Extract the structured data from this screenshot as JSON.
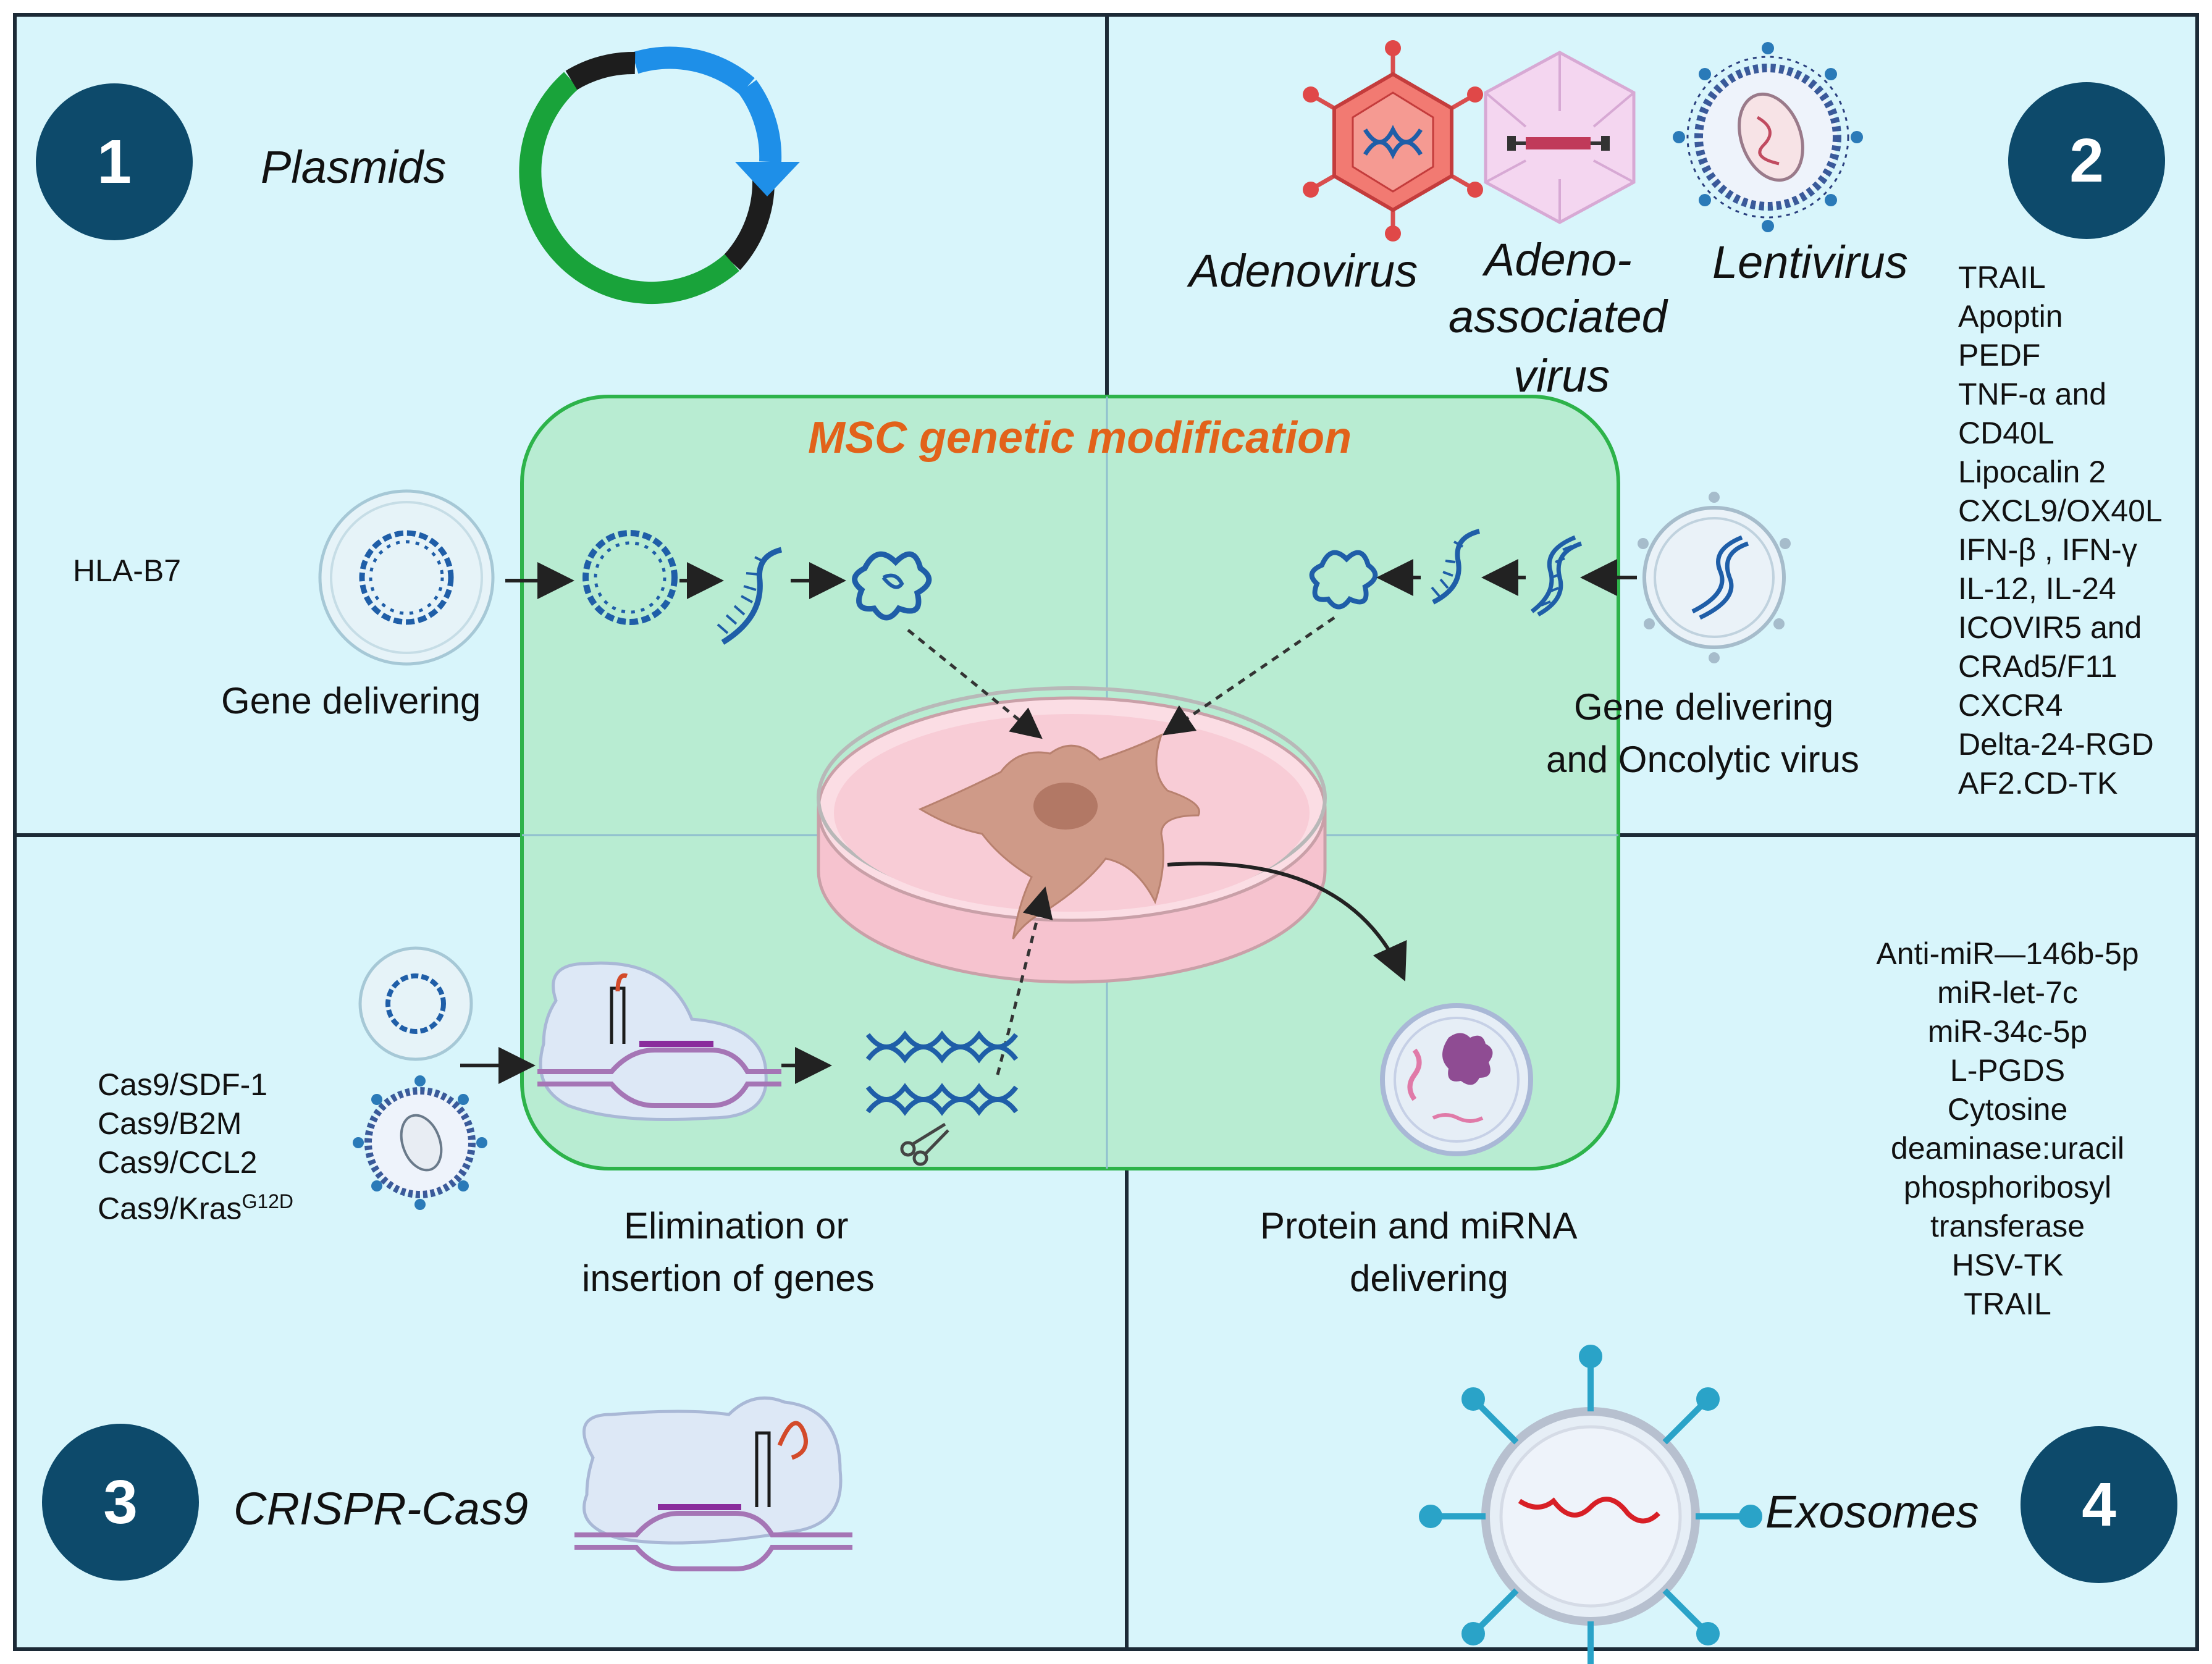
{
  "center_title": "MSC genetic modification",
  "quadrants": {
    "q1": {
      "number": "1",
      "title": "Plasmids",
      "process_label": "Gene delivering",
      "genes": [
        "HLA-B7"
      ]
    },
    "q2": {
      "number": "2",
      "vectors": {
        "adenovirus": "Adenovirus",
        "aav_line1": "Adeno-",
        "aav_line2": "associated",
        "aav_line3": "virus",
        "lentivirus": "Lentivirus"
      },
      "process_line1": "Gene delivering",
      "process_line2": "and Oncolytic virus",
      "genes": [
        "TRAIL",
        "Apoptin",
        "PEDF",
        "TNF-α and",
        "CD40L",
        "Lipocalin 2",
        "CXCL9/OX40L",
        "IFN-β , IFN-γ",
        "IL-12, IL-24",
        "ICOVIR5 and",
        "CRAd5/F11",
        "CXCR4",
        "Delta-24-RGD",
        "AF2.CD-TK"
      ]
    },
    "q3": {
      "number": "3",
      "title": "CRISPR-Cas9",
      "process_line1": "Elimination or",
      "process_line2": "insertion of genes",
      "genes": [
        "Cas9/SDF-1",
        "Cas9/B2M",
        "Cas9/CCL2"
      ],
      "kras_base": "Cas9/Kras",
      "kras_sup": "G12D"
    },
    "q4": {
      "number": "4",
      "title": "Exosomes",
      "process_line1": "Protein and miRNA",
      "process_line2": "delivering",
      "genes": [
        "Anti-miR—146b-5p",
        "miR-let-7c",
        "miR-34c-5p",
        "L-PGDS",
        "Cytosine",
        "deaminase:uracil",
        "phosphoribosyl",
        "transferase",
        "HSV-TK",
        "TRAIL"
      ]
    }
  },
  "colors": {
    "panel_bg": "#d8f5fb",
    "center_box": "#b8ecd2",
    "center_border": "#2db34a",
    "badge": "#0d4a6b",
    "accent_title": "#e2621a",
    "plasmid_green": "#19a33a",
    "plasmid_blue": "#1e8fe8",
    "dish_pink": "#f6c3cf",
    "cell": "#cf9a88",
    "dna_blue": "#1f5ea8"
  },
  "icons": [
    "plasmid-icon",
    "adenovirus-icon",
    "aav-icon",
    "lentivirus-icon",
    "petri-dish-icon",
    "msc-cell-icon",
    "crispr-icon",
    "exosome-icon",
    "dna-icon",
    "rna-icon",
    "protein-icon",
    "scissors-icon"
  ]
}
